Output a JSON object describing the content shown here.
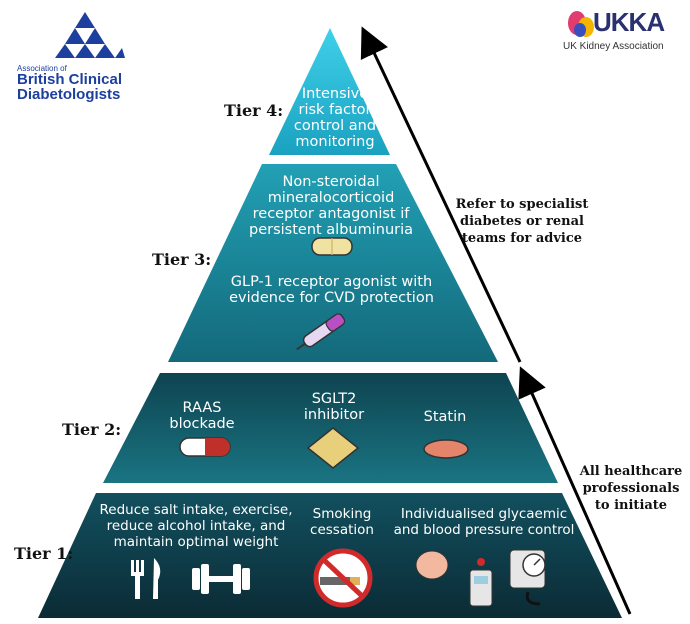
{
  "logos": {
    "abcd": {
      "small_text": "Association of",
      "line1": "British Clinical",
      "line2": "Diabetologists"
    },
    "ukka": {
      "mark": "UKKA",
      "subtitle": "UK Kidney Association"
    }
  },
  "tiers": [
    {
      "label": "Tier 1:",
      "groups": [
        {
          "text_lines": [
            "Reduce salt intake, exercise,",
            "reduce alcohol intake, and",
            "maintain optimal weight"
          ],
          "icons": [
            "cutlery-icon",
            "dumbbell-icon"
          ]
        },
        {
          "text_lines": [
            "Smoking",
            "cessation"
          ],
          "icons": [
            "no-smoking-icon"
          ]
        },
        {
          "text_lines": [
            "Individualised glycaemic",
            "and blood pressure control"
          ],
          "icons": [
            "glucose-meter-icon",
            "blood-pressure-monitor-icon"
          ]
        }
      ]
    },
    {
      "label": "Tier 2:",
      "groups": [
        {
          "text_lines": [
            "RAAS",
            "blockade"
          ],
          "icons": [
            "capsule-icon"
          ]
        },
        {
          "text_lines": [
            "SGLT2",
            "inhibitor"
          ],
          "icons": [
            "diamond-tablet-icon"
          ]
        },
        {
          "text_lines": [
            "Statin"
          ],
          "icons": [
            "oval-tablet-icon"
          ]
        }
      ]
    },
    {
      "label": "Tier 3:",
      "groups": [
        {
          "text_lines": [
            "Non-steroidal",
            "mineralocorticoid",
            "receptor antagonist if",
            "persistent albuminuria"
          ],
          "icons": [
            "pill-icon"
          ]
        },
        {
          "text_lines": [
            "GLP-1 receptor agonist with",
            "evidence for CVD protection"
          ],
          "icons": [
            "injection-pen-icon"
          ]
        }
      ]
    },
    {
      "label": "Tier 4:",
      "groups": [
        {
          "text_lines": [
            "Intensive",
            "risk factor",
            "control and",
            "monitoring"
          ],
          "icons": []
        }
      ]
    }
  ],
  "side_notes": {
    "upper": [
      "Refer to specialist",
      "diabetes or renal",
      "teams for advice"
    ],
    "lower": [
      "All healthcare",
      "professionals",
      "to initiate"
    ]
  },
  "colors": {
    "tier1_dark": "#0b2b35",
    "tier1_light": "#12505f",
    "tier2_dark": "#0e4450",
    "tier2_light": "#1a7482",
    "tier3_dark": "#13697a",
    "tier3_light": "#22a0b5",
    "tier4_dark": "#1aa2c0",
    "tier4_light": "#3fd0ea",
    "logo_blue": "#1d3f9e"
  }
}
